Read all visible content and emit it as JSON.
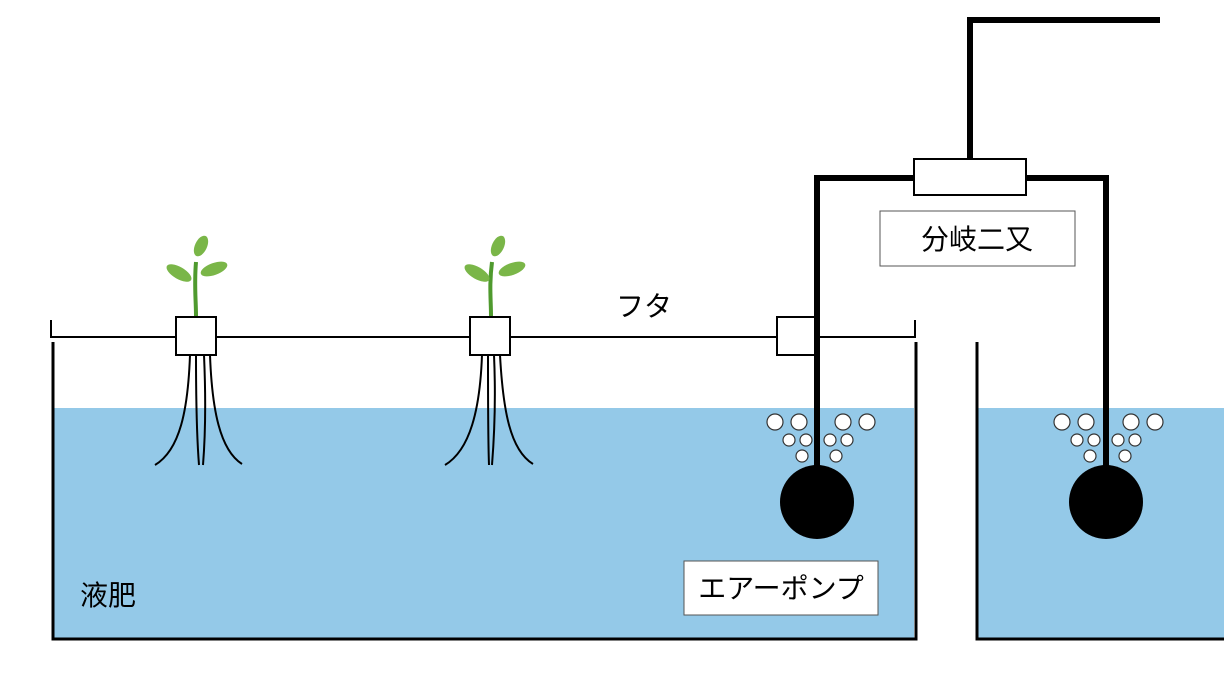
{
  "labels": {
    "lid": "フタ",
    "nutrient_solution": "液肥",
    "air_pump": "エアーポンプ",
    "splitter": "分岐二又"
  },
  "colors": {
    "water": "#94c9e8",
    "tube": "#000000",
    "leaf": "#7ab648",
    "stem": "#4f9a2e",
    "bubble_fill": "#ffffff",
    "bubble_stroke": "#333333"
  }
}
